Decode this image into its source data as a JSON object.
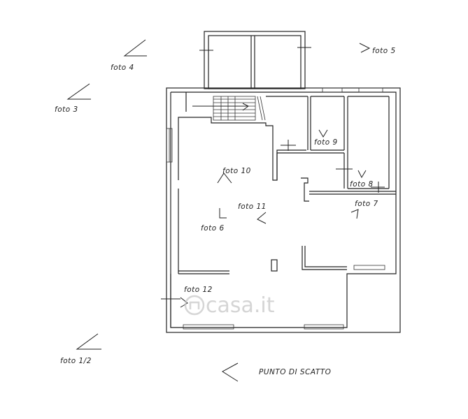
{
  "labels": {
    "foto_4": "foto 4",
    "foto_5": "foto 5",
    "foto_3": "foto 3",
    "foto_9": "foto 9",
    "foto_10": "foto 10",
    "foto_8": "foto 8",
    "foto_11": "foto 11",
    "foto_7": "foto 7",
    "foto_6": "foto 6",
    "foto_12": "foto 12",
    "foto_1_2": "foto 1/2",
    "legend": "PUNTO DI SCATTO"
  },
  "watermark": "casa.it"
}
